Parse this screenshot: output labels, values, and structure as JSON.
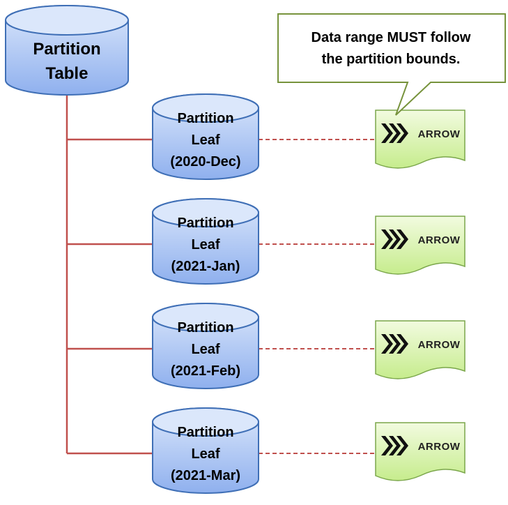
{
  "colors": {
    "cylinder_top": "#dbe7fb",
    "cylinder_bottom": "#8fb0ee",
    "cylinder_stroke": "#3f6fb6",
    "connector": "#c0504d",
    "file_top": "#f2fbe0",
    "file_bottom": "#c6ec8d",
    "file_stroke": "#7aa64a",
    "callout_fill": "#ffffff",
    "callout_stroke": "#77933c",
    "arrow_logo": "#111111"
  },
  "root": {
    "lines": [
      "Partition",
      "Table"
    ]
  },
  "leaves": [
    {
      "lines": [
        "Partition",
        "Leaf",
        "(2020-Dec)"
      ],
      "file_label": "ARROW",
      "file_icon": "triple-chevron-icon"
    },
    {
      "lines": [
        "Partition",
        "Leaf",
        "(2021-Jan)"
      ],
      "file_label": "ARROW",
      "file_icon": "triple-chevron-icon"
    },
    {
      "lines": [
        "Partition",
        "Leaf",
        "(2021-Feb)"
      ],
      "file_label": "ARROW",
      "file_icon": "triple-chevron-icon"
    },
    {
      "lines": [
        "Partition",
        "Leaf",
        "(2021-Mar)"
      ],
      "file_label": "ARROW",
      "file_icon": "triple-chevron-icon"
    }
  ],
  "callout": {
    "lines": [
      "Data range MUST follow",
      "the partition bounds."
    ]
  }
}
